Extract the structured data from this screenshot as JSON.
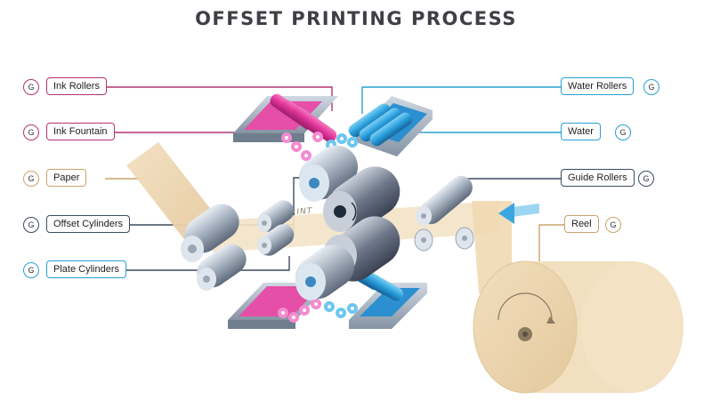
{
  "title": "OFFSET PRINTING PROCESS",
  "print_mark": "PRINT",
  "badge_letter": "G",
  "labels": {
    "ink_rollers": "Ink Rollers",
    "ink_fountain": "Ink Fountain",
    "paper": "Paper",
    "offset_cylinders": "Offset Cylinders",
    "plate_cylinders": "Plate Cylinders",
    "water_rollers": "Water Rollers",
    "water": "Water",
    "guide_rollers": "Guide Rollers",
    "reel": "Reel"
  },
  "colors": {
    "ink": "#b5336e",
    "water": "#2a9fd6",
    "paper": "#c9a46d",
    "dark": "#3d4a5e",
    "magenta_ink": "#e23d9a",
    "cyan_ink": "#2fa6de"
  }
}
